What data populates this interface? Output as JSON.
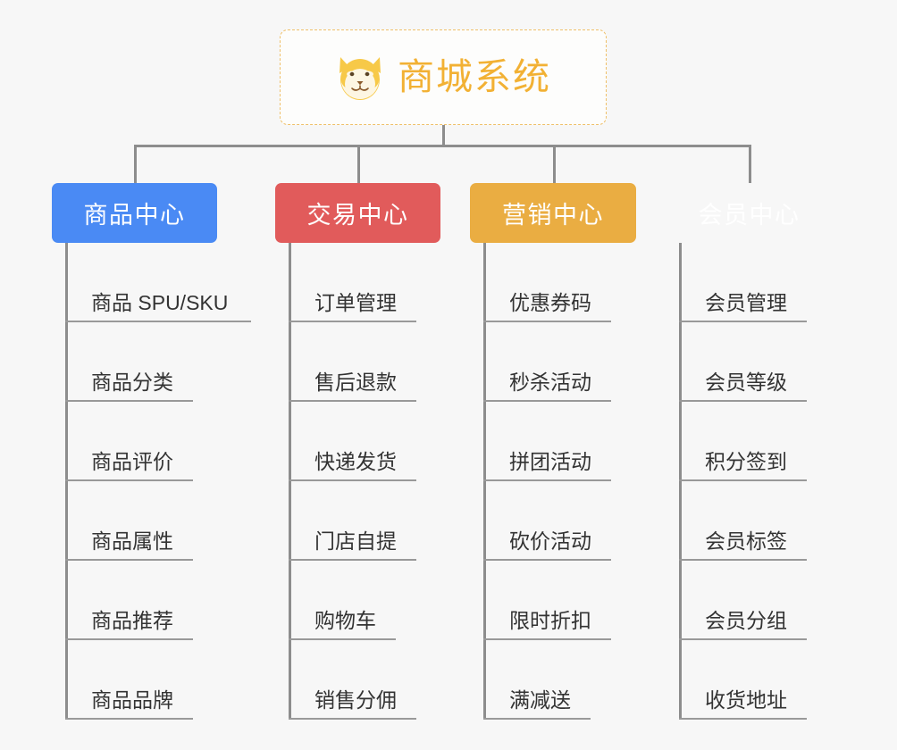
{
  "diagram": {
    "type": "org-chart",
    "background_color": "#f7f7f7",
    "connector_color": "#8d8d8d",
    "item_text_color": "#333333",
    "item_rule_color": "#999999"
  },
  "root": {
    "title": "商城系统",
    "icon": "shiba-dog-face-icon",
    "text_color": "#f2b134",
    "border_color": "#efc06a",
    "background_color": "#fdfdfc"
  },
  "categories": [
    {
      "label": "商品中心",
      "color": "#4a8af4",
      "items": [
        "商品 SPU/SKU",
        "商品分类",
        "商品评价",
        "商品属性",
        "商品推荐",
        "商品品牌"
      ]
    },
    {
      "label": "交易中心",
      "color": "#e15b5b",
      "items": [
        "订单管理",
        "售后退款",
        "快递发货",
        "门店自提",
        "购物车",
        "销售分佣"
      ]
    },
    {
      "label": "营销中心",
      "color": "#eaad42",
      "items": [
        "优惠券码",
        "秒杀活动",
        "拼团活动",
        "砍价活动",
        "限时折扣",
        "满减送"
      ]
    },
    {
      "label": "会员中心",
      "color": "#77c council",
      "items": [
        "会员管理",
        "会员等级",
        "积分签到",
        "会员标签",
        "会员分组",
        "收货地址"
      ]
    }
  ]
}
